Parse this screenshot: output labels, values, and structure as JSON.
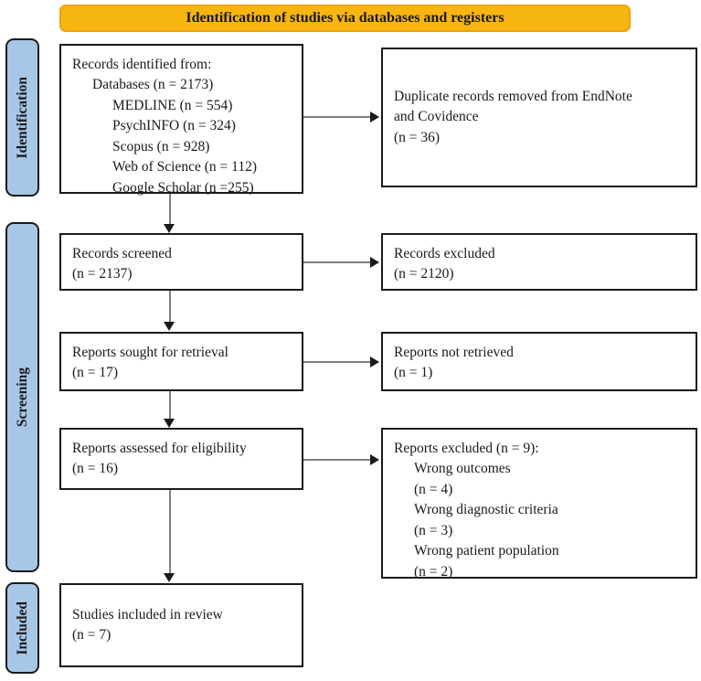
{
  "banner": {
    "label": "Identification of studies via databases and registers"
  },
  "stages": [
    {
      "label": "Identification"
    },
    {
      "label": "Screening"
    },
    {
      "label": "Included"
    }
  ],
  "boxes": {
    "identified": {
      "lines": [
        {
          "text": "Records identified from:",
          "indent": 0
        },
        {
          "text": "Databases (n = 2173)",
          "indent": 1
        },
        {
          "text": "MEDLINE (n = 554)",
          "indent": 2
        },
        {
          "text": "PsychINFO (n = 324)",
          "indent": 2
        },
        {
          "text": "Scopus (n = 928)",
          "indent": 2
        },
        {
          "text": "Web of Science (n = 112)",
          "indent": 2
        },
        {
          "text": "Google Scholar (n =255)",
          "indent": 2
        }
      ]
    },
    "duplicates_removed": {
      "lines": [
        {
          "text": "Duplicate records removed from EndNote",
          "indent": 0
        },
        {
          "text": "and Covidence",
          "indent": 0
        },
        {
          "text": "(n = 36)",
          "indent": 0
        }
      ]
    },
    "screened": {
      "lines": [
        {
          "text": "Records screened",
          "indent": 0
        },
        {
          "text": "(n = 2137)",
          "indent": 0
        }
      ]
    },
    "records_excluded": {
      "lines": [
        {
          "text": "Records excluded",
          "indent": 0
        },
        {
          "text": "(n = 2120)",
          "indent": 0
        }
      ]
    },
    "sought": {
      "lines": [
        {
          "text": "Reports sought for retrieval",
          "indent": 0
        },
        {
          "text": "(n = 17)",
          "indent": 0
        }
      ]
    },
    "not_retrieved": {
      "lines": [
        {
          "text": "Reports not retrieved",
          "indent": 0
        },
        {
          "text": "(n = 1)",
          "indent": 0
        }
      ]
    },
    "assessed": {
      "lines": [
        {
          "text": "Reports assessed for eligibility",
          "indent": 0
        },
        {
          "text": "(n = 16)",
          "indent": 0
        }
      ]
    },
    "reports_excluded": {
      "lines": [
        {
          "text": "Reports excluded (n = 9):",
          "indent": 0
        },
        {
          "text": "Wrong outcomes",
          "indent": 1
        },
        {
          "text": "(n = 4)",
          "indent": 1
        },
        {
          "text": "Wrong diagnostic criteria",
          "indent": 1
        },
        {
          "text": "(n = 3)",
          "indent": 1
        },
        {
          "text": "Wrong patient population",
          "indent": 1
        },
        {
          "text": "(n = 2)",
          "indent": 1
        }
      ]
    },
    "included_studies": {
      "lines": [
        {
          "text": "Studies included in review",
          "indent": 0
        },
        {
          "text": "(n = 7)",
          "indent": 0
        }
      ]
    }
  },
  "colors": {
    "banner_fill": "#F7B511",
    "banner_border": "#EBA30C",
    "stage_fill": "#A7C7E7",
    "line_gray": "#7f7f7f",
    "ink": "#1a1a1a"
  }
}
